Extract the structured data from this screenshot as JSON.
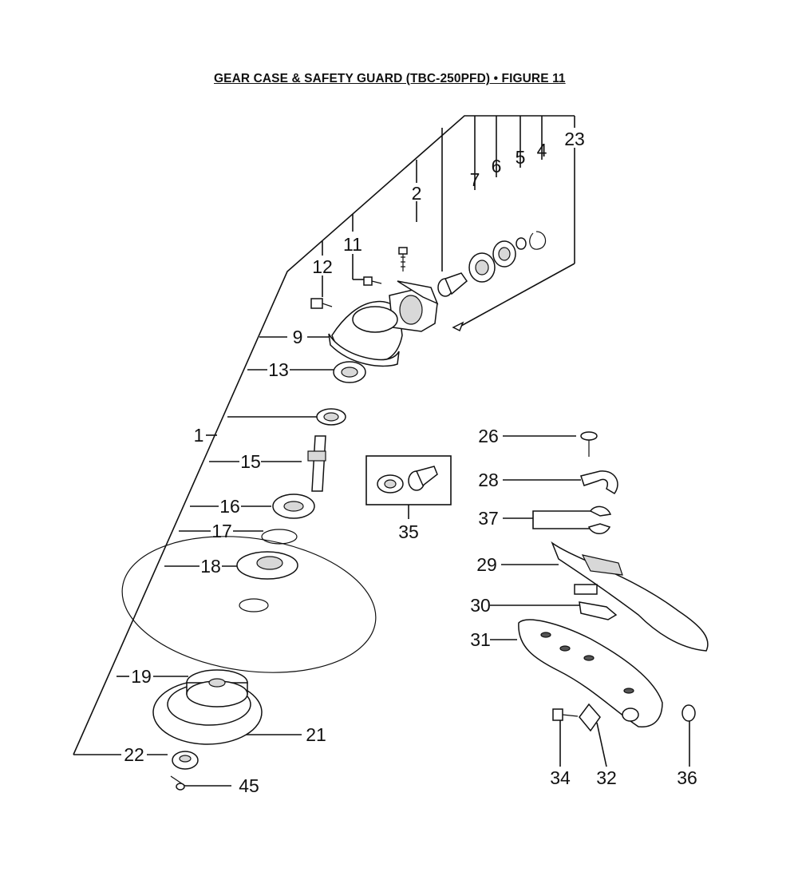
{
  "title": "GEAR CASE & SAFETY GUARD (TBC-250PFD)  •  FIGURE 11",
  "callouts": {
    "c1": "1",
    "c2": "2",
    "c4": "4",
    "c5": "5",
    "c6": "6",
    "c7": "7",
    "c9": "9",
    "c11": "11",
    "c12": "12",
    "c13": "13",
    "c15": "15",
    "c16": "16",
    "c17": "17",
    "c18": "18",
    "c19": "19",
    "c21": "21",
    "c22": "22",
    "c23": "23",
    "c26": "26",
    "c28": "28",
    "c29": "29",
    "c30": "30",
    "c31": "31",
    "c32": "32",
    "c34": "34",
    "c35": "35",
    "c36": "36",
    "c37": "37",
    "c45": "45"
  }
}
